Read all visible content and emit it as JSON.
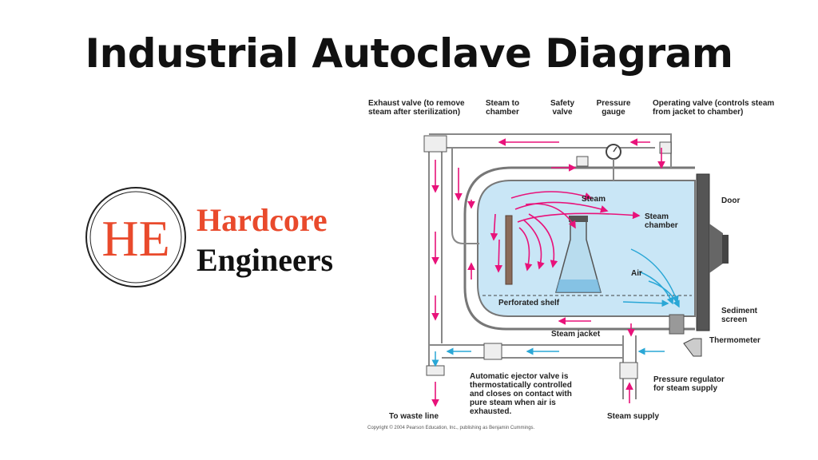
{
  "title": "Industrial Autoclave Diagram",
  "logo": {
    "monogram": "HE",
    "word1": "Hardcore",
    "word2": "Engineers",
    "accent_color": "#e94a2c"
  },
  "diagram": {
    "labels": {
      "exhaust_valve": "Exhaust valve (to remove\nsteam after sterilization)",
      "steam_to_chamber": "Steam to\nchamber",
      "safety_valve": "Safety\nvalve",
      "pressure_gauge": "Pressure\ngauge",
      "operating_valve": "Operating valve (controls steam\nfrom jacket to chamber)",
      "steam": "Steam",
      "door": "Door",
      "steam_chamber": "Steam\nchamber",
      "air": "Air",
      "perforated_shelf": "Perforated shelf",
      "sediment_screen": "Sediment\nscreen",
      "steam_jacket": "Steam jacket",
      "thermometer": "Thermometer",
      "ejector_valve": "Automatic ejector valve is\nthermostatically controlled\nand closes on contact with\npure steam when air is\nexhausted.",
      "pressure_regulator": "Pressure regulator\nfor steam supply",
      "waste_line": "To waste line",
      "steam_supply": "Steam supply"
    },
    "colors": {
      "steam_arrows": "#e8127a",
      "air_arrows": "#2aa7d6",
      "chamber_fill": "#c9e6f6"
    },
    "copyright": "Copyright © 2004 Pearson Education, Inc., publishing as Benjamin Cummings."
  }
}
